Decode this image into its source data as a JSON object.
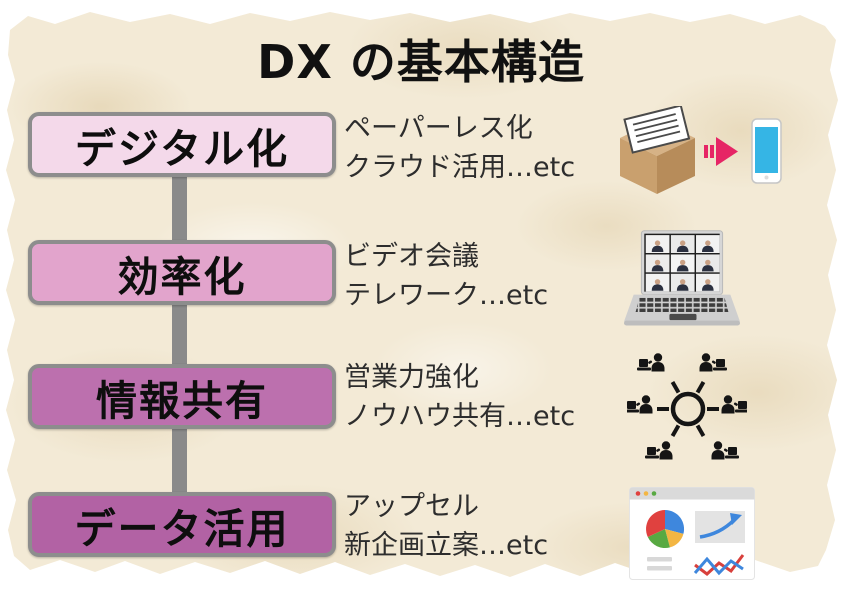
{
  "title": "DX の基本構造",
  "rows": [
    {
      "label": "デジタル化",
      "box_color": "#f4d9ea",
      "desc": [
        "ペーパーレス化",
        "クラウド活用…etc"
      ],
      "icon": "paper-box-to-smartphone"
    },
    {
      "label": "効率化",
      "box_color": "#e2a4cc",
      "desc": [
        "ビデオ会議",
        "テレワーク…etc"
      ],
      "icon": "video-conference-laptop"
    },
    {
      "label": "情報共有",
      "box_color": "#bc70ae",
      "desc": [
        "営業力強化",
        "ノウハウ共有…etc"
      ],
      "icon": "people-network"
    },
    {
      "label": "データ活用",
      "box_color": "#b262a4",
      "desc": [
        "アップセル",
        "新企画立案…etc"
      ],
      "icon": "charts-window"
    }
  ],
  "colors": {
    "paper": "#f3ead6",
    "box_border": "#8d8d8d",
    "connector_gray": "#8a8a8a",
    "title_text": "#111111",
    "desc_text": "#2d2d2d",
    "arrow_pink": "#e62565",
    "phone_screen_blue": "#35b5e5",
    "cube_tan": "#c9a06e",
    "chart_blue": "#3e87dd",
    "chart_red": "#d8403c",
    "chart_green": "#58a942",
    "chart_yellow": "#f3b643"
  }
}
